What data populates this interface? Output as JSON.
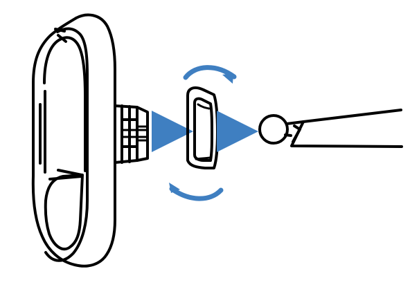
{
  "diagram": {
    "arrow_color": "#3f7fc1",
    "line_color": "#000000",
    "background": "#ffffff",
    "components": [
      "mount-plate",
      "threaded-knob",
      "locking-ring",
      "ball-joint-arm"
    ],
    "icons": {
      "straight_arrow": "right-arrow-icon",
      "rotate_arrow": "rotate-arrow-icon"
    }
  }
}
